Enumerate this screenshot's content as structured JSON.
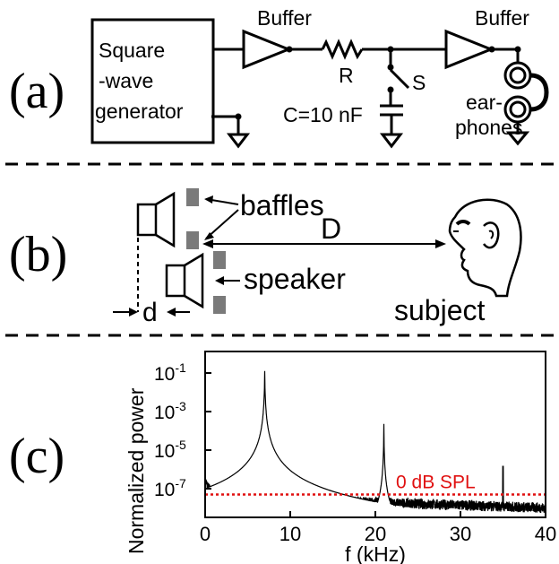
{
  "panels": {
    "a": {
      "label": "(a)",
      "generator_lines": [
        "Square",
        "-wave",
        "generator"
      ],
      "buffer1": "Buffer",
      "buffer2": "Buffer",
      "resistor": "R",
      "switch": "S",
      "capacitor": "C=10 nF",
      "earphones_lines": [
        "ear-",
        "phones"
      ]
    },
    "b": {
      "label": "(b)",
      "baffles": "baffles",
      "distance_D": "D",
      "speaker": "speaker",
      "subject": "subject",
      "distance_d": "d"
    },
    "c": {
      "label": "(c)",
      "ylabel": "Normalized power",
      "xlabel": "f (kHz)",
      "xticks": [
        "0",
        "10",
        "20",
        "30",
        "40"
      ],
      "yticks": [
        {
          "base": "10",
          "exp": "-1"
        },
        {
          "base": "10",
          "exp": "-3"
        },
        {
          "base": "10",
          "exp": "-5"
        },
        {
          "base": "10",
          "exp": "-7"
        }
      ],
      "threshold_label": "0 dB SPL"
    }
  },
  "chart_data": {
    "type": "line",
    "xlabel": "f (kHz)",
    "ylabel": "Normalized power",
    "xlim": [
      0,
      40
    ],
    "ylim_log10": [
      -8.2,
      0.5
    ],
    "yscale": "log",
    "peaks": [
      {
        "x": 7.0,
        "y": 0.3
      },
      {
        "x": 14.0,
        "y": 2e-07
      },
      {
        "x": 21.0,
        "y": 0.0005
      },
      {
        "x": 35.0,
        "y": 3e-06
      }
    ],
    "threshold": {
      "y": 1e-07,
      "label": "0 dB SPL",
      "color": "#e01010"
    },
    "colors": {
      "trace": "#000000",
      "threshold": "#e01010"
    }
  }
}
